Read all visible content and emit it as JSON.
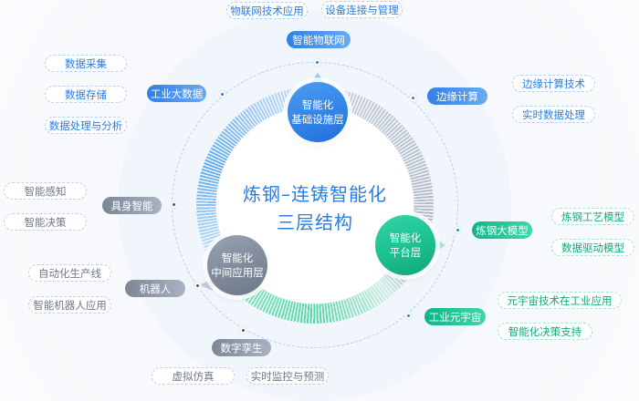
{
  "title": {
    "line1": "炼钢–连铸智能化",
    "line2": "三层结构"
  },
  "layers": {
    "base": {
      "line1": "智能化",
      "line2": "基础设施层"
    },
    "middle": {
      "line1": "智能化",
      "line2": "中间应用层"
    },
    "platform": {
      "line1": "智能化",
      "line2": "平台层"
    }
  },
  "base_nodes": {
    "iot": {
      "label": "智能物联网",
      "children": [
        "物联网技术应用",
        "设备连接与管理"
      ]
    },
    "bigdata": {
      "label": "工业大数据",
      "children": [
        "数据采集",
        "数据存储",
        "数据处理与分析"
      ]
    },
    "edge": {
      "label": "边缘计算",
      "children": [
        "边缘计算技术",
        "实时数据处理"
      ]
    }
  },
  "middle_nodes": {
    "embodied": {
      "label": "具身智能",
      "children": [
        "智能感知",
        "智能决策"
      ]
    },
    "robot": {
      "label": "机器人",
      "children": [
        "自动化生产线",
        "智能机器人应用"
      ]
    },
    "twin": {
      "label": "数字孪生",
      "children": [
        "虚拟仿真",
        "实时监控与预测"
      ]
    }
  },
  "platform_nodes": {
    "model": {
      "label": "炼钢大模型",
      "children": [
        "炼钢工艺模型",
        "数据驱动模型"
      ]
    },
    "metaverse": {
      "label": "工业元宇宙",
      "children": [
        "元宇宙技术在工业应用",
        "智能化决策支持"
      ]
    }
  },
  "colors": {
    "blue": "#2a7de1",
    "grey": "#7c8697",
    "green": "#13a879"
  }
}
